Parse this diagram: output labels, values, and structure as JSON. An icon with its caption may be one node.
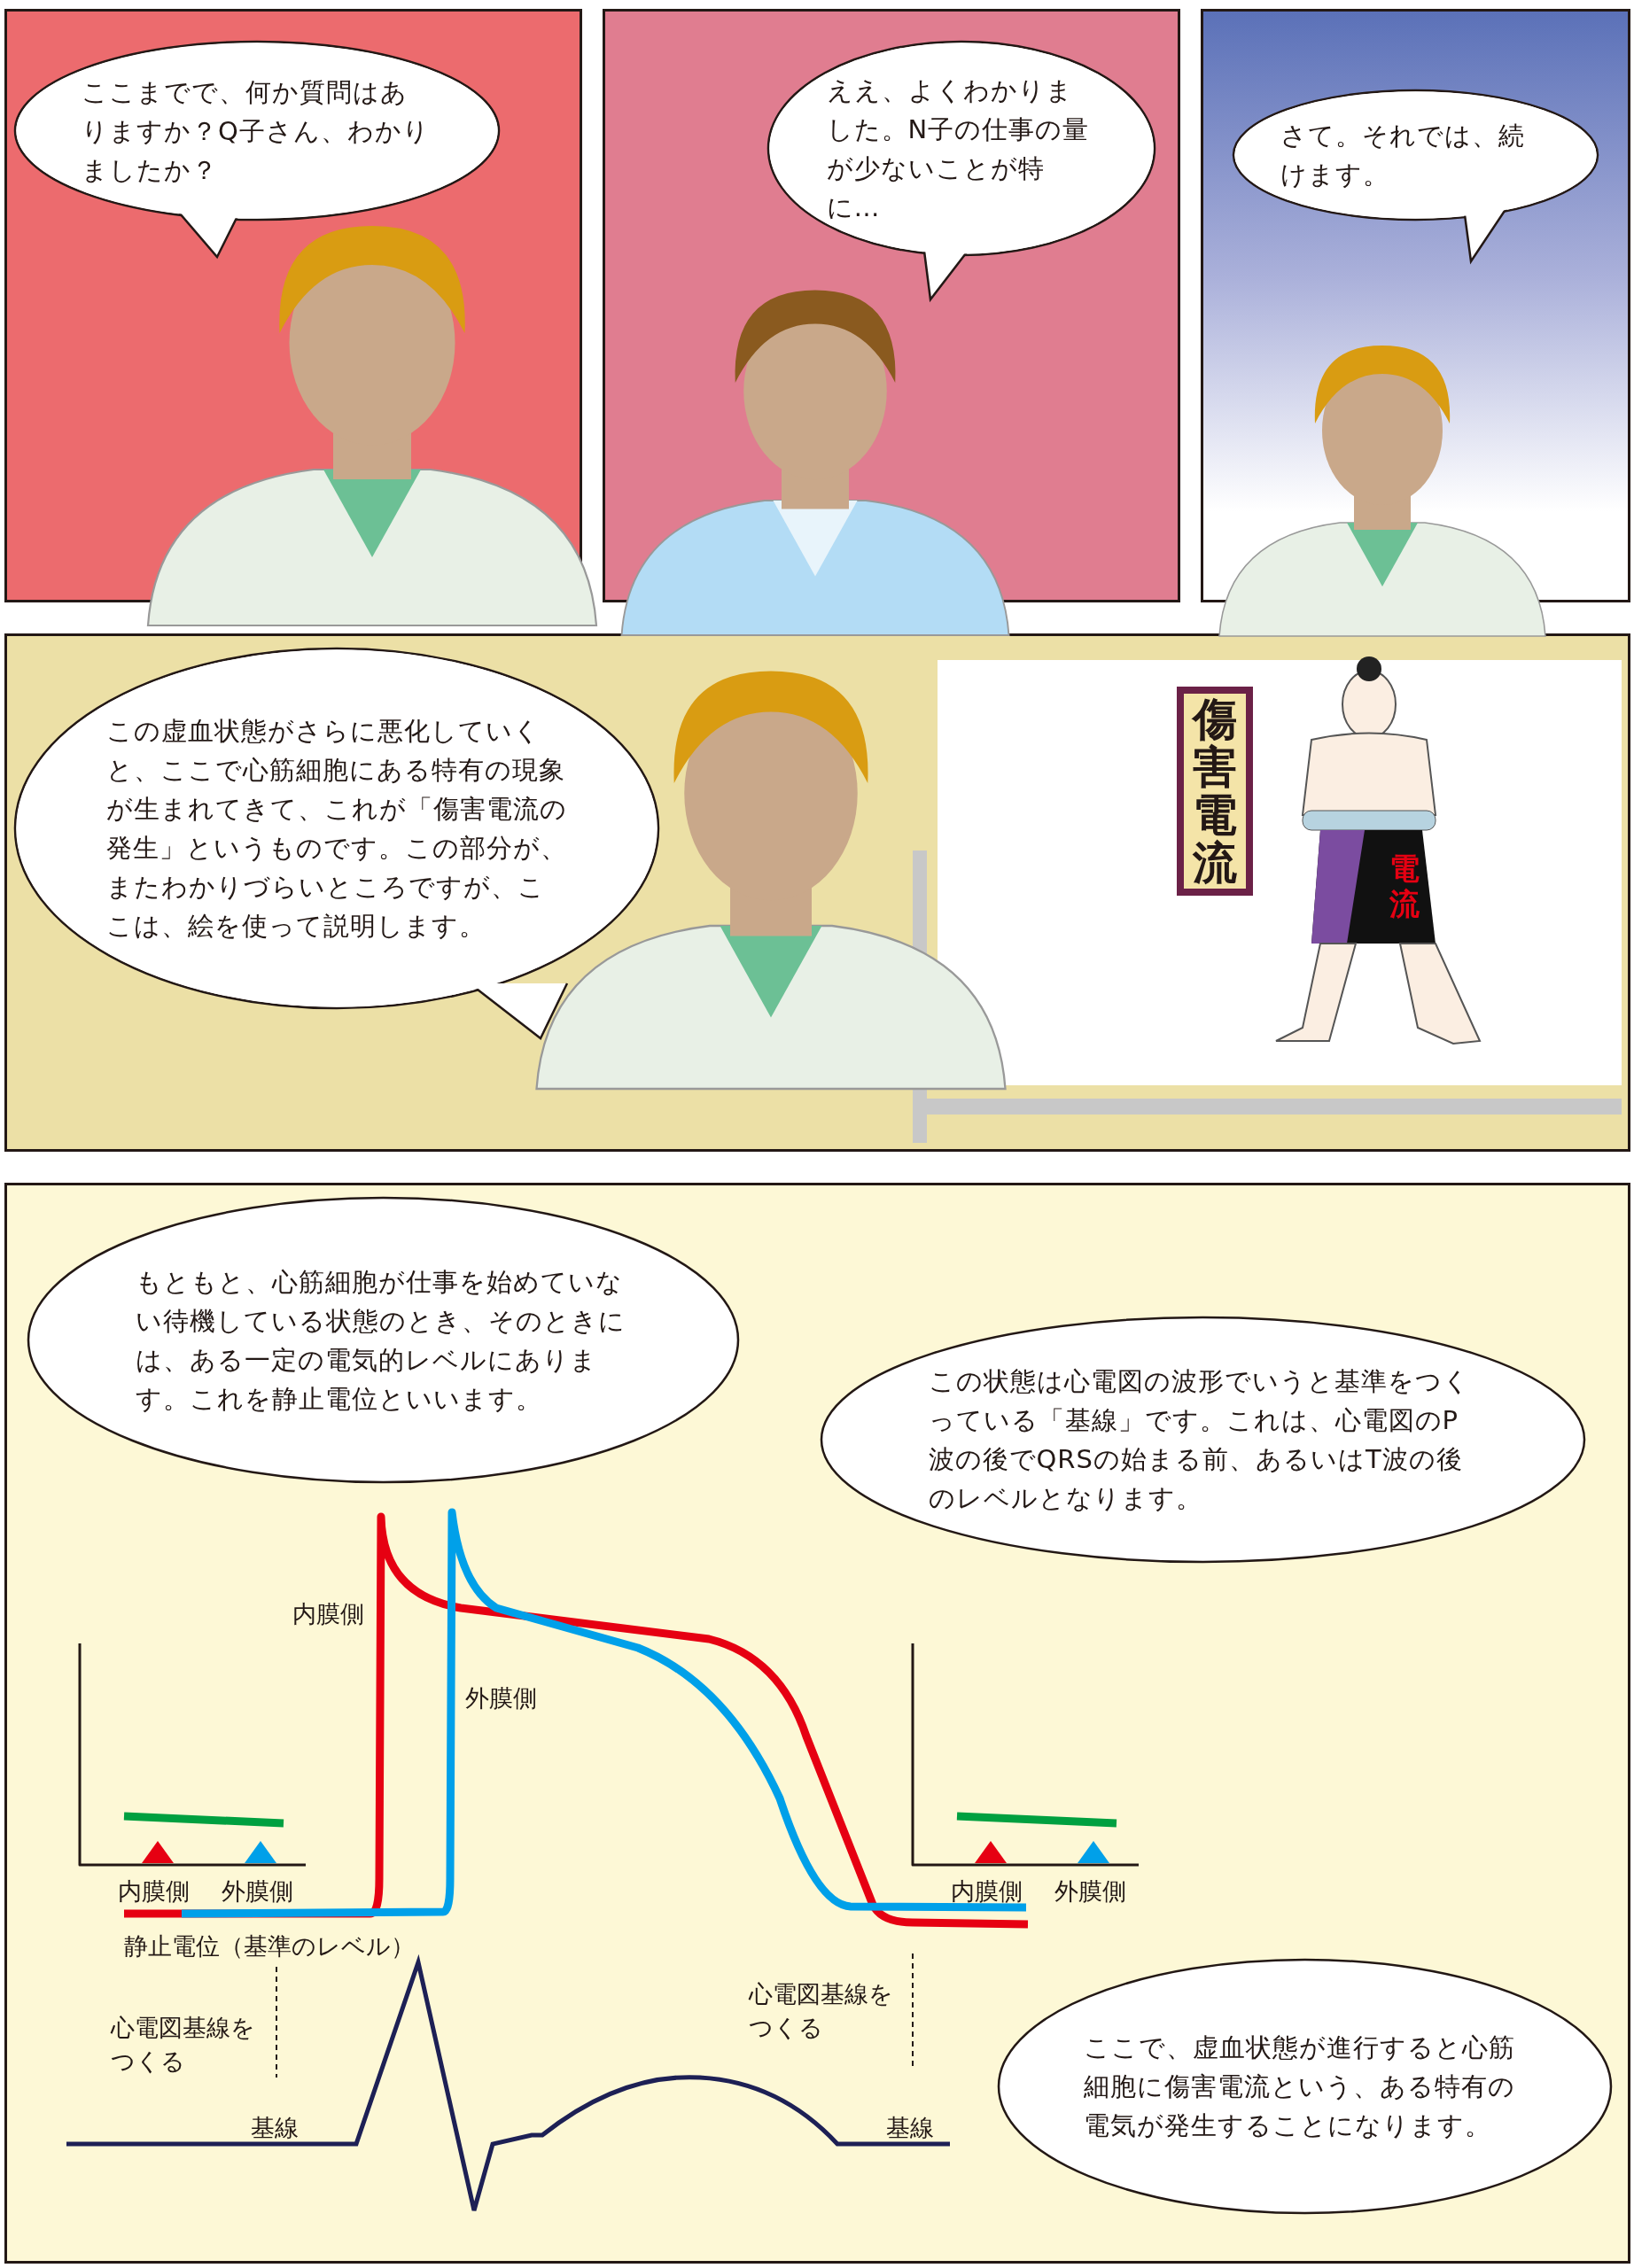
{
  "diagram": {
    "nodes": [
      {
        "text": [
          "ここまでで、何か質問はありますか？Q子さん、わかりましたか？"
        ]
      },
      {
        "text": [
          "ええ、よくわかりました。N子の仕事の量が少ないことが特に…"
        ]
      },
      {
        "text": [
          "さて。それでは、続けます。"
        ]
      },
      {
        "text": [
          "この虚血状態がさらに悪化していくと、ここで心筋細胞にある特有の現象が生まれてきて、これが「傷害電流の発生」というものです。この部分が、またわかりづらいところですが、ここは、絵を使って説明します。"
        ]
      },
      {
        "text": [
          "傷害電流"
        ]
      },
      {
        "text": [
          "もともと、心筋細胞が仕事を始めていない待機している状態のとき、そのときには、ある一定の電気的レベルにあります。これを静止電位といいます。"
        ]
      },
      {
        "text": [
          "この状態は心電図の波形でいうと基準をつくっている「基線」です。これは、心電図のP波の後でQRSの始まる前、あるいはT波の後のレベルとなります。"
        ]
      },
      {
        "text": [
          "ここで、虚血状態が進行すると心筋細胞に傷害電流という、ある特有の電気が発生することになります。"
        ]
      }
    ],
    "edges": [],
    "labels": [
      "電流",
      "内膜側",
      "外膜側",
      "内膜側",
      "外膜側",
      "内膜側",
      "外膜側",
      "静止電位（基準のレベル）",
      "心電図基線をつくる",
      "心電図基線をつくる",
      "基線",
      "基線"
    ]
  }
}
